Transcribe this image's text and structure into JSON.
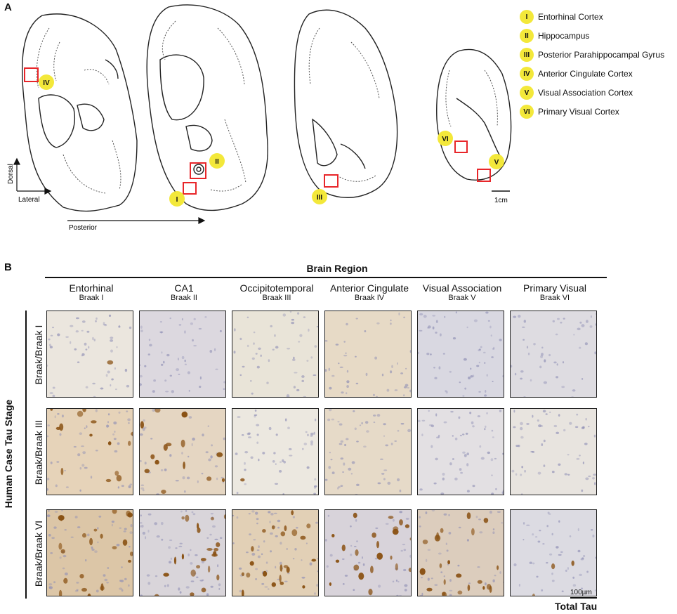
{
  "panel_a": {
    "letter": "A",
    "legend": [
      {
        "numeral": "I",
        "label": "Entorhinal Cortex"
      },
      {
        "numeral": "II",
        "label": "Hippocampus"
      },
      {
        "numeral": "III",
        "label": "Posterior Parahippocampal Gyrus"
      },
      {
        "numeral": "IV",
        "label": "Anterior Cingulate Cortex"
      },
      {
        "numeral": "V",
        "label": "Visual Association Cortex"
      },
      {
        "numeral": "VI",
        "label": "Primary Visual Cortex"
      }
    ],
    "orientation": {
      "dorsal": "Dorsal",
      "lateral": "Lateral",
      "posterior": "Posterior"
    },
    "scale_bar": "1cm",
    "markers": [
      "IV",
      "II",
      "I",
      "III",
      "VI",
      "V"
    ]
  },
  "panel_b": {
    "letter": "B",
    "header": "Brain Region",
    "columns": [
      {
        "name": "Entorhinal",
        "stage": "Braak I"
      },
      {
        "name": "CA1",
        "stage": "Braak II"
      },
      {
        "name": "Occipitotemporal",
        "stage": "Braak III"
      },
      {
        "name": "Anterior Cingulate",
        "stage": "Braak IV"
      },
      {
        "name": "Visual Association",
        "stage": "Braak V"
      },
      {
        "name": "Primary Visual",
        "stage": "Braak VI"
      }
    ],
    "y_title": "Human Case Tau Stage",
    "rows": [
      "Braak/Braak I",
      "Braak/Braak III",
      "Braak/Braak VI"
    ],
    "scale_bar": "100µm",
    "stain": "Total Tau",
    "colors": {
      "marker_box": "#e8262a",
      "legend_badge": "#f3e83a",
      "tile_tones": [
        [
          "#ebe6de",
          "#dcd8df",
          "#e9e4d8",
          "#e7dac6",
          "#d9d8e1",
          "#dedce1"
        ],
        [
          "#e6d3b9",
          "#e5d6c2",
          "#ece8e0",
          "#e6dac8",
          "#e3e0e3",
          "#e8e4df"
        ],
        [
          "#dcc6a7",
          "#d9d5da",
          "#e2d0b6",
          "#d8d3da",
          "#dccdbd",
          "#dcdbe2"
        ]
      ]
    }
  }
}
